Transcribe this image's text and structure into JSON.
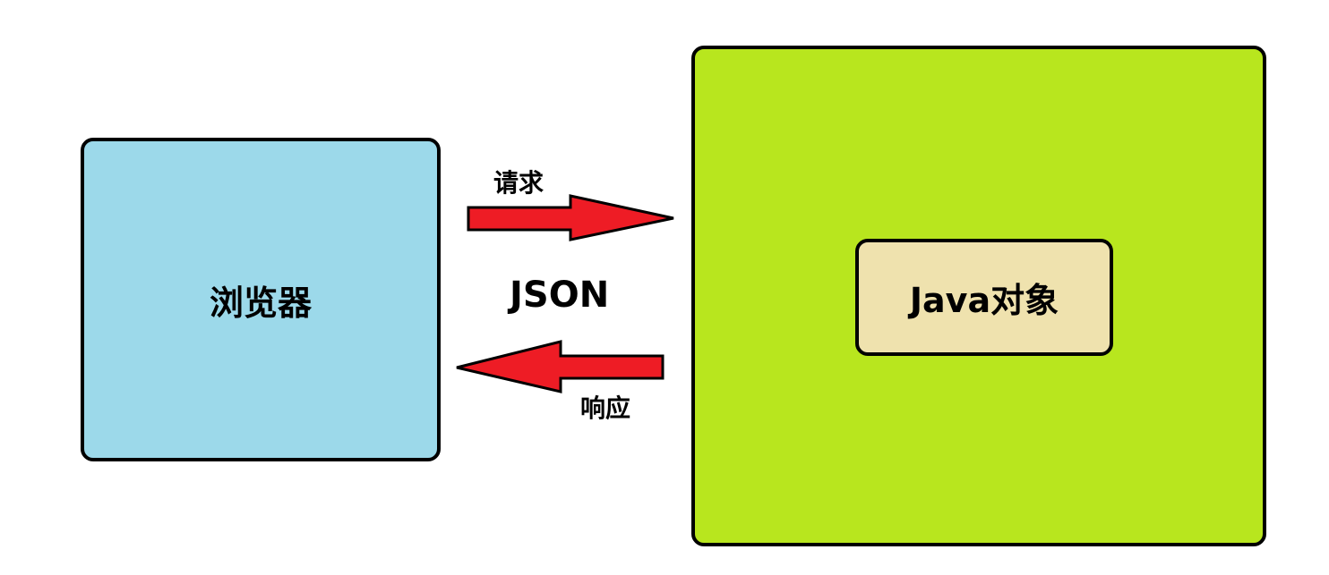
{
  "colors": {
    "browser_fill": "#9cd9ea",
    "server_fill": "#b8e61e",
    "java_object_fill": "#efe2ae",
    "arrow_fill": "#ee1c25",
    "outline": "#000000"
  },
  "browser": {
    "label": "浏览器"
  },
  "server": {
    "inner_label": "Java对象"
  },
  "arrows": {
    "request_label": "请求",
    "response_label": "响应",
    "format_label": "JSON"
  }
}
